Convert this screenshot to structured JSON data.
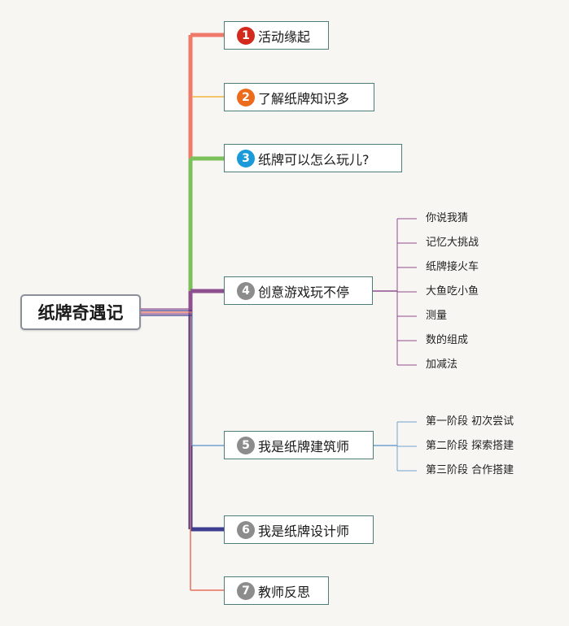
{
  "root": {
    "label": "纸牌奇遇记"
  },
  "branches": [
    {
      "num": "1",
      "label": "活动缘起",
      "line_color": "#f07a6a",
      "badge_color": "#d42a1e",
      "children": []
    },
    {
      "num": "2",
      "label": "了解纸牌知识多",
      "line_color": "#f6b43c",
      "badge_color": "#ec6b1c",
      "children": []
    },
    {
      "num": "3",
      "label": "纸牌可以怎么玩儿?",
      "line_color": "#7bc05a",
      "badge_color": "#1a9ad8",
      "children": []
    },
    {
      "num": "4",
      "label": "创意游戏玩不停",
      "line_color": "#8e4f8f",
      "badge_color": "#8c8c8c",
      "children": [
        "你说我猜",
        "记忆大挑战",
        "纸牌接火车",
        "大鱼吃小鱼",
        "测量",
        "数的组成",
        "加减法"
      ]
    },
    {
      "num": "5",
      "label": "我是纸牌建筑师",
      "line_color": "#6fa0cf",
      "badge_color": "#8c8c8c",
      "children": [
        "第一阶段 初次尝试",
        "第二阶段 探索搭建",
        "第三阶段 合作搭建"
      ]
    },
    {
      "num": "6",
      "label": "我是纸牌设计师",
      "line_color": "#3e3e90",
      "badge_color": "#8c8c8c",
      "children": []
    },
    {
      "num": "7",
      "label": "教师反思",
      "line_color": "#e86e5c",
      "badge_color": "#8c8c8c",
      "children": []
    }
  ]
}
